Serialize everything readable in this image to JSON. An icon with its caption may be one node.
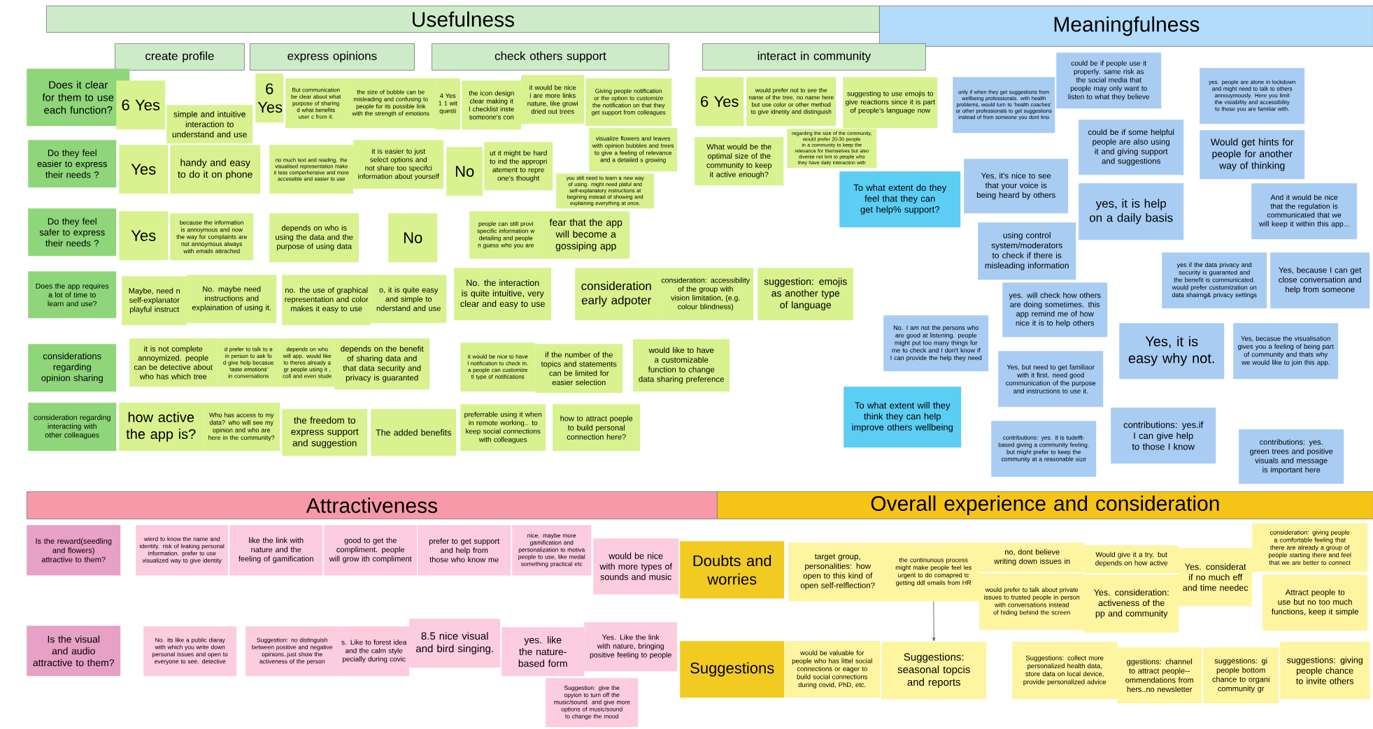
{
  "diagram": {
    "nodes": [
      {
        "text": [
          "Usefulness"
        ]
      },
      {
        "text": [
          "Meaningfulness"
        ]
      },
      {
        "text": [
          "create profile"
        ]
      },
      {
        "text": [
          "express opinions"
        ]
      },
      {
        "text": [
          "check others support"
        ]
      },
      {
        "text": [
          "interact in community"
        ]
      },
      {
        "text": [
          "Does it clear for them to use each function?"
        ]
      },
      {
        "text": [
          "Do they feel easier to express their needs ?"
        ]
      },
      {
        "text": [
          "Do they feel safer  to express their needs ?"
        ]
      },
      {
        "text": [
          "Does the app requires a lot of time to learn and use?"
        ]
      },
      {
        "text": [
          "considerations regarding opinion sharing"
        ]
      },
      {
        "text": [
          "consideration regarding interacting with other colleagues"
        ]
      },
      {
        "text": [
          "6 Yes"
        ]
      },
      {
        "text": [
          "simple and intuitive interaction to understand and use"
        ]
      },
      {
        "text": [
          "6 Yes"
        ]
      },
      {
        "text": [
          "But  communication be clear about what purpose of sharing d what benefits user c from it."
        ]
      },
      {
        "text": [
          "the size of bubble can be misleading and confusing to people for its possible link with the strength of emotions"
        ]
      },
      {
        "text": [
          "4 Yes 1 1 wit questi"
        ]
      },
      {
        "text": [
          "the icon design clear making it l checklist inste someone's con"
        ]
      },
      {
        "text": [
          "it would be nice i are more links nature, like growi dried out trees"
        ]
      },
      {
        "text": [
          "Giving people notification or the option to customize the notification on that they get support from colleagues"
        ]
      },
      {
        "text": [
          "6 Yes"
        ]
      },
      {
        "text": [
          "would prefer not to see the name of the tree, no name here but use color or other method to give idnetity and distinguish"
        ]
      },
      {
        "text": [
          "suggesting to use emojis to give reactions since it is part of people's language now"
        ]
      },
      {
        "text": [
          "regarding the size of the community, would prefer 20-30 people in a community to keep the relevance for themselves but also diverse not limt to people who they have daily interaction with"
        ]
      },
      {
        "text": [
          "What would be the optimal size of the community to keep it active enough?"
        ]
      },
      {
        "text": [
          "Yes"
        ]
      },
      {
        "text": [
          "handy and easy to do it on phone"
        ]
      },
      {
        "text": [
          "no much text and reading. the visualised representation make it less comperhensive and more accessible and easier to use"
        ]
      },
      {
        "text": [
          "it is easier to just select options and not share too specifci information about yourself"
        ]
      },
      {
        "text": [
          "No"
        ]
      },
      {
        "text": [
          "ut it might be hard to ind the appropri atement to repre one's thought"
        ]
      },
      {
        "text": [
          "visualize flowers and leaves with opinion bubbles and trees to give a feeling of relevance and a detailed s growing"
        ]
      },
      {
        "text": [
          "you still need to learn a new way of using. might need plaful and self-explanatory instructions at begining instead of showing and explaining everything at once."
        ]
      },
      {
        "text": [
          "Yes"
        ]
      },
      {
        "text": [
          "because the information is annoymous and now the way for complaints are not annoymous always with emails attrached"
        ]
      },
      {
        "text": [
          "depends on who is using  the data and the purpose of using data"
        ]
      },
      {
        "text": [
          "No"
        ]
      },
      {
        "text": [
          "people can still provi specific information w detailing and people n guess who you are"
        ]
      },
      {
        "text": [
          "fear that the app will become a gossiping app"
        ]
      },
      {
        "text": [
          "Maybe, need n self-explanator playful instruct"
        ]
      },
      {
        "text": [
          "No. maybe need instructions and explaination of using it."
        ]
      },
      {
        "text": [
          "no. the use of graphical representation and color makes it easy to use"
        ]
      },
      {
        "text": [
          "o, it is quite easy and simple to nderstand and use"
        ]
      },
      {
        "text": [
          "No. the interaction is quite intuitive, very clear and easy to use"
        ]
      },
      {
        "text": [
          "consideration early adpoter"
        ]
      },
      {
        "text": [
          "consideration: accessibility of the group with vision limitation, (e.g. colour blindness)"
        ]
      },
      {
        "text": [
          "suggestion: emojis as another type of language"
        ]
      },
      {
        "text": [
          "it is not complete annoymized. people can be detective about who has which tree"
        ]
      },
      {
        "text": [
          "d prefer to talk to e in person to ask fo d give help becasue 'taste emotions' in conversations"
        ]
      },
      {
        "text": [
          "depends on who will app. would like to theres already a gr people using it , coll and even stude"
        ]
      },
      {
        "text": [
          "depends on the benefit of sharing data and that data security and privacy is guaranted"
        ]
      },
      {
        "text": [
          "it would be nice to have l notification to check in. a people can customize tl type of notifications"
        ]
      },
      {
        "text": [
          "if the number of the topics and statements can be limited for easier selection"
        ]
      },
      {
        "text": [
          "would like to have a customizable function to change data sharing preference"
        ]
      },
      {
        "text": [
          "how active the app is?"
        ]
      },
      {
        "text": [
          "Who has access to my data? who will see my opinion and who are here in the community?"
        ]
      },
      {
        "text": [
          "the freedom to express support and suggestion"
        ]
      },
      {
        "text": [
          "The added benefits"
        ]
      },
      {
        "text": [
          "preferrable using it when in remote working.. to keep social connections with colleagues"
        ]
      },
      {
        "text": [
          "how to attract poeple to build personal connection here?"
        ]
      },
      {
        "text": [
          "only if when they get suggestions from wellbeing professionals. with health problems, would turn to 'health coaches' or other professionals to get suggestions instead of from someone you dont kno"
        ]
      },
      {
        "text": [
          "could be if people use it properly. same risk as the social media that people may only want to listen to what they believe"
        ]
      },
      {
        "text": [
          "yes. people are alone in lockdown and might need to talk to others annouymously. Here you limit the visiability and accessibility to those you are familiar with."
        ]
      },
      {
        "text": [
          "To what extent do they feel that they can get help% support?"
        ]
      },
      {
        "text": [
          "Yes, it's nice to see that your voice is being heard by others"
        ]
      },
      {
        "text": [
          "could be if some helpful people are also using it and giving support and suggestions"
        ]
      },
      {
        "text": [
          "Would get hints for people for another way of thinking"
        ]
      },
      {
        "text": [
          "yes, it is help on a daily basis"
        ]
      },
      {
        "text": [
          "And it would be nice that the regulation is communicated that we will keep it within this app..."
        ]
      },
      {
        "text": [
          "using control system/moderators to check if there is misleading information"
        ]
      },
      {
        "text": [
          "yes. will check how others are doing sometimes. this app remind me of how nice it is to help others"
        ]
      },
      {
        "text": [
          "yes if the data privacy and security is guaranted and the benefit is communicated. would prefer customization on data shairng& privacy settings"
        ]
      },
      {
        "text": [
          "Yes, because I can get close conversation and help from someone"
        ]
      },
      {
        "text": [
          "No. I am not the persons who are good at listening. people might put too many things for me to check and I don't know if I can provide the help they need"
        ]
      },
      {
        "text": [
          "Yes, it is easy why not."
        ]
      },
      {
        "text": [
          "Yes, becasue the visualisation gives you a feeling of being part of community and thats why we would like to join this app."
        ]
      },
      {
        "text": [
          "To what extent will they think they can help improve others wellbeing"
        ]
      },
      {
        "text": [
          "Yes, but need to get familiaor with it first. need good communication of the purpose and instructions to use it."
        ]
      },
      {
        "text": [
          "contributions: yes. it is tudelft-based giving a community feeling. but might prefer to keep the community at a reasonable size"
        ]
      },
      {
        "text": [
          "contributions: yes.if I can give help to those I know"
        ]
      },
      {
        "text": [
          "contributions: yes. green trees and positive visuals and message is important here"
        ]
      },
      {
        "text": [
          "Attractiveness"
        ]
      },
      {
        "text": [
          "Overall experience and consideration"
        ]
      },
      {
        "text": [
          "Is the reward(seedling and flowers) attractive to them?"
        ]
      },
      {
        "text": [
          "wierd to know the name and identity. risk of leaking personal information. prefer to use visualized way to give identity"
        ]
      },
      {
        "text": [
          "like the link with nature and the feeling of gamification"
        ]
      },
      {
        "text": [
          "good to get the compliment. people will grow ith compliment"
        ]
      },
      {
        "text": [
          "prefer to get support and help from those who know me"
        ]
      },
      {
        "text": [
          "nice. maybe more gamification and personalization to motiva people to use, like medal something practical etc"
        ]
      },
      {
        "text": [
          "would be nice with more types of sounds and music"
        ]
      },
      {
        "text": [
          "Is the visual and audio attractive to them?"
        ]
      },
      {
        "text": [
          "No. its like a public diaray with which you write down personal issues and open to everyone to see. detective"
        ]
      },
      {
        "text": [
          "Suggestion: no distinguish between positive and negative opinions..just show the activeness of the person"
        ]
      },
      {
        "text": [
          "s. Like to forest idea and the calm style pecially during covic"
        ]
      },
      {
        "text": [
          "8.5 nice visual and bird singing."
        ]
      },
      {
        "text": [
          "yes. like the nature-based form"
        ]
      },
      {
        "text": [
          "Yes. Like the link with nature, bringing positive feeling to people"
        ]
      },
      {
        "text": [
          "Suggestion: give the opyion to turn off the music/sound. and give more options of music/sound to change the mood"
        ]
      },
      {
        "text": [
          "Doubts and worries"
        ]
      },
      {
        "text": [
          "Suggestions"
        ]
      },
      {
        "text": [
          "target group, personalities: how open to this kind of open self-relflection?"
        ]
      },
      {
        "text": [
          "the continunous process might make people feel les urgent to do comapred tc getting ddl emails from HR"
        ]
      },
      {
        "text": [
          "no, dont believe writing down issues in"
        ]
      },
      {
        "text": [
          "would prefer to talk about private issues to trusted people in person with conversations instead of hiding behind the screen"
        ]
      },
      {
        "text": [
          "Would give it a try. but depends on how active"
        ]
      },
      {
        "text": [
          "Yes. consideration: activeness of the pp and community"
        ]
      },
      {
        "text": [
          "Yes. considerat if no much eff and time needec"
        ]
      },
      {
        "text": [
          "consideration: giving people a comfortable feeling that there are already a group of people starting there and feel that we are better to connect"
        ]
      },
      {
        "text": [
          "Attract people to use but no too much functions, keep it simple"
        ]
      },
      {
        "text": [
          "would be valuable for people who has littel social connections or eager to build social connections during covid, PhD, etc."
        ]
      },
      {
        "text": [
          "Suggestions: seasonal topcis and reports"
        ]
      },
      {
        "text": [
          "Suggestions: collect more personalized health data, store data on local device, provide personalized advice"
        ]
      },
      {
        "text": [
          "ggestions: channel to attract people-- ommendations from hers..no newsletter"
        ]
      },
      {
        "text": [
          "suggestions: gi people bottom chance to organi community gr"
        ]
      },
      {
        "text": [
          "suggestions: giving people chance to invite others"
        ]
      }
    ],
    "edges": [
      {
        "from": 102,
        "to": 111,
        "arrow": "to"
      }
    ]
  }
}
